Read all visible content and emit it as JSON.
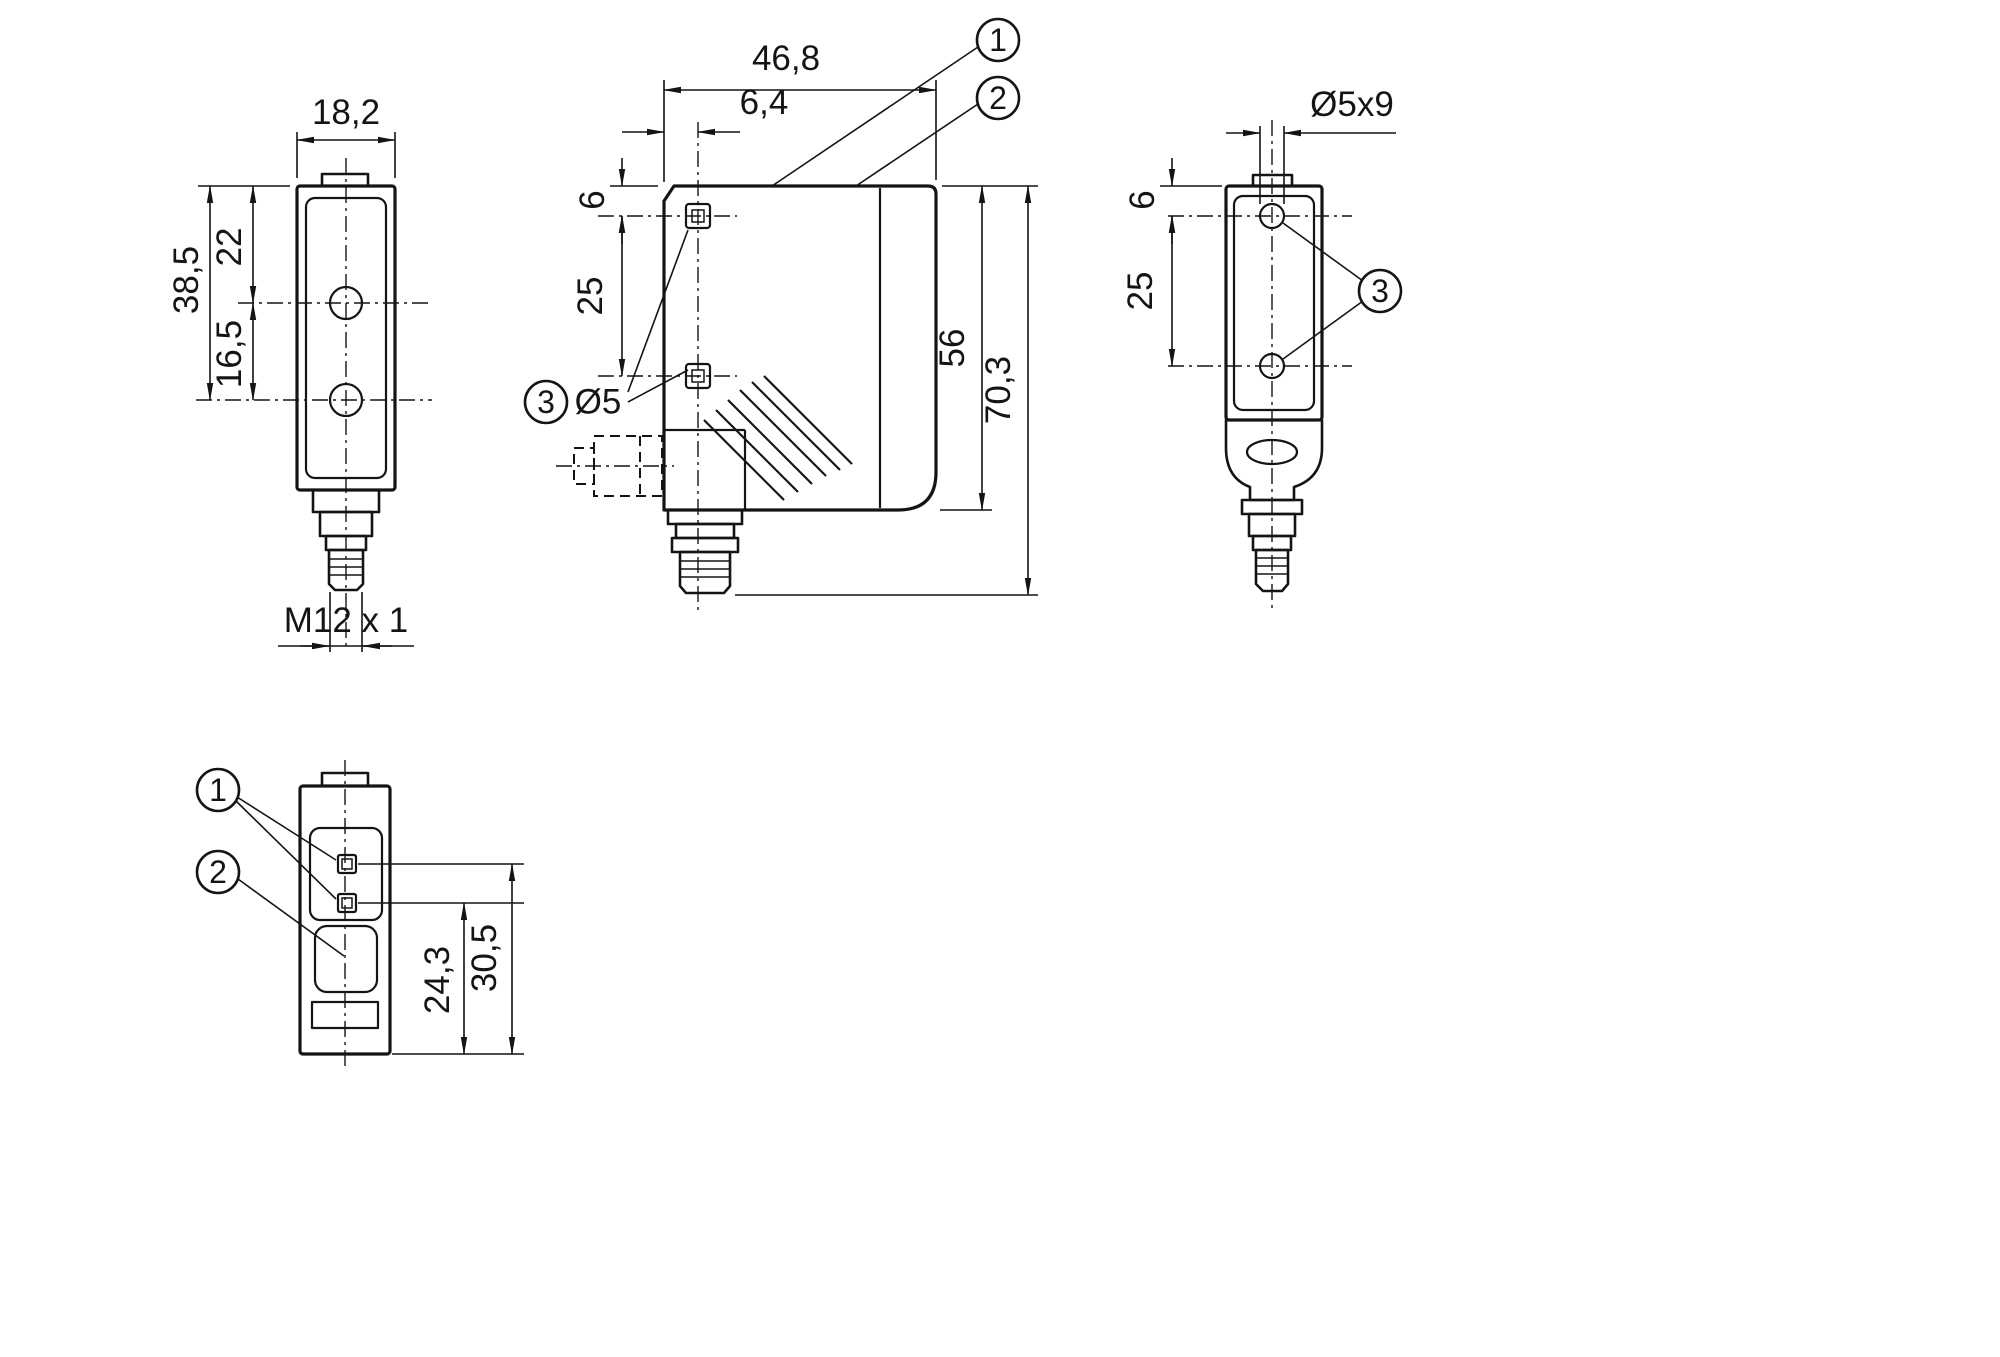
{
  "meta": {
    "background_color": "#ffffff",
    "line_color": "#141414",
    "drawing_type": "sensor dimensional drawing, four views"
  },
  "front": {
    "dim_width": "18,2",
    "dim_height_total": "38,5",
    "dim_hole_top": "22",
    "dim_hole_bottom": "16,5",
    "thread": "M12 x 1"
  },
  "side": {
    "dim_depth": "46,8",
    "dim_lens_offset": "6,4",
    "dim_hole_top": "6",
    "dim_hole_pitch": "25",
    "dim_housing_height": "56",
    "dim_total_height": "70,3",
    "dim_hole_dia": "Ø5",
    "callout1": "1",
    "callout2": "2",
    "callout3": "3"
  },
  "back": {
    "dim_slot": "Ø5x9",
    "dim_hole_top": "6",
    "dim_hole_pitch": "25",
    "callout3": "3"
  },
  "bottom": {
    "callout1": "1",
    "callout2": "2",
    "dim_inner": "24,3",
    "dim_outer": "30,5"
  }
}
